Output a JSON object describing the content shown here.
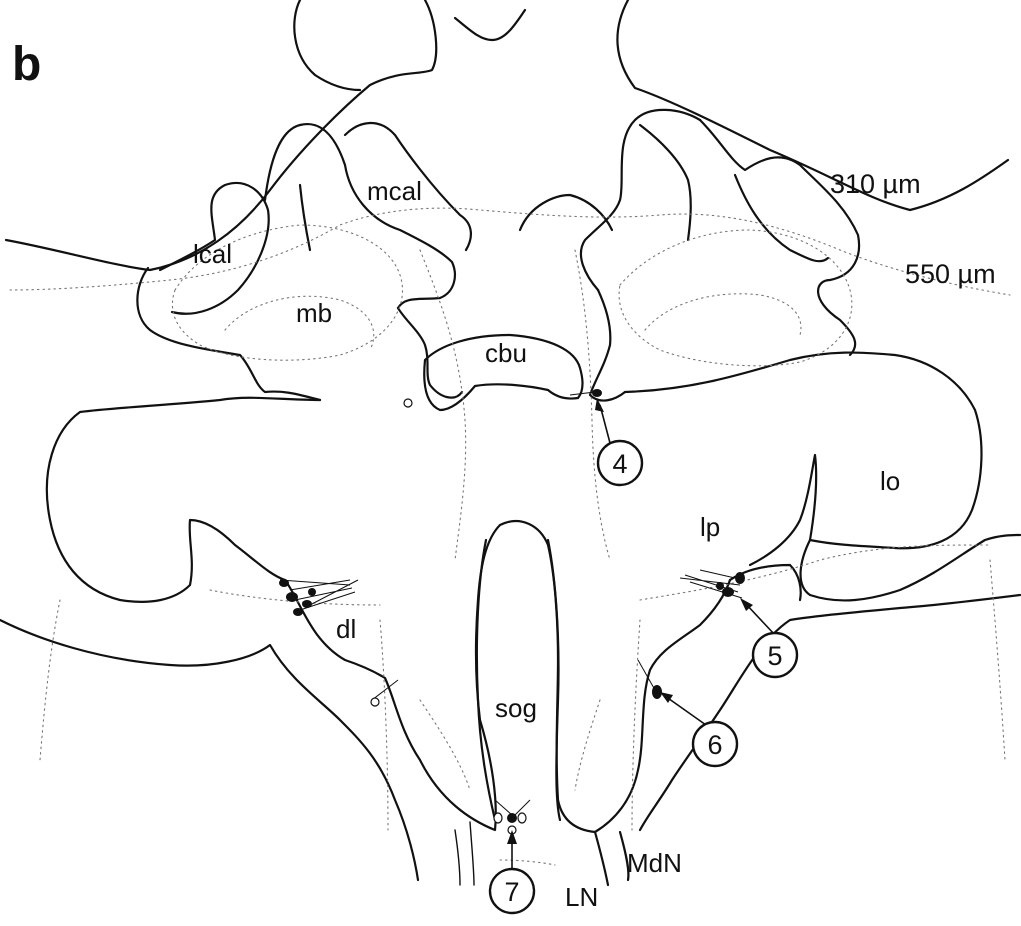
{
  "panel_label": "b",
  "depth_labels": {
    "upper": "310 µm",
    "lower": "550 µm"
  },
  "region_labels": {
    "lcal": "lcal",
    "mcal": "mcal",
    "mb": "mb",
    "cbu": "cbu",
    "lo": "lo",
    "lp": "lp",
    "dl": "dl",
    "sog": "sog",
    "mdn": "MdN",
    "ln": "LN"
  },
  "cell_markers": [
    "4",
    "5",
    "6",
    "7"
  ]
}
